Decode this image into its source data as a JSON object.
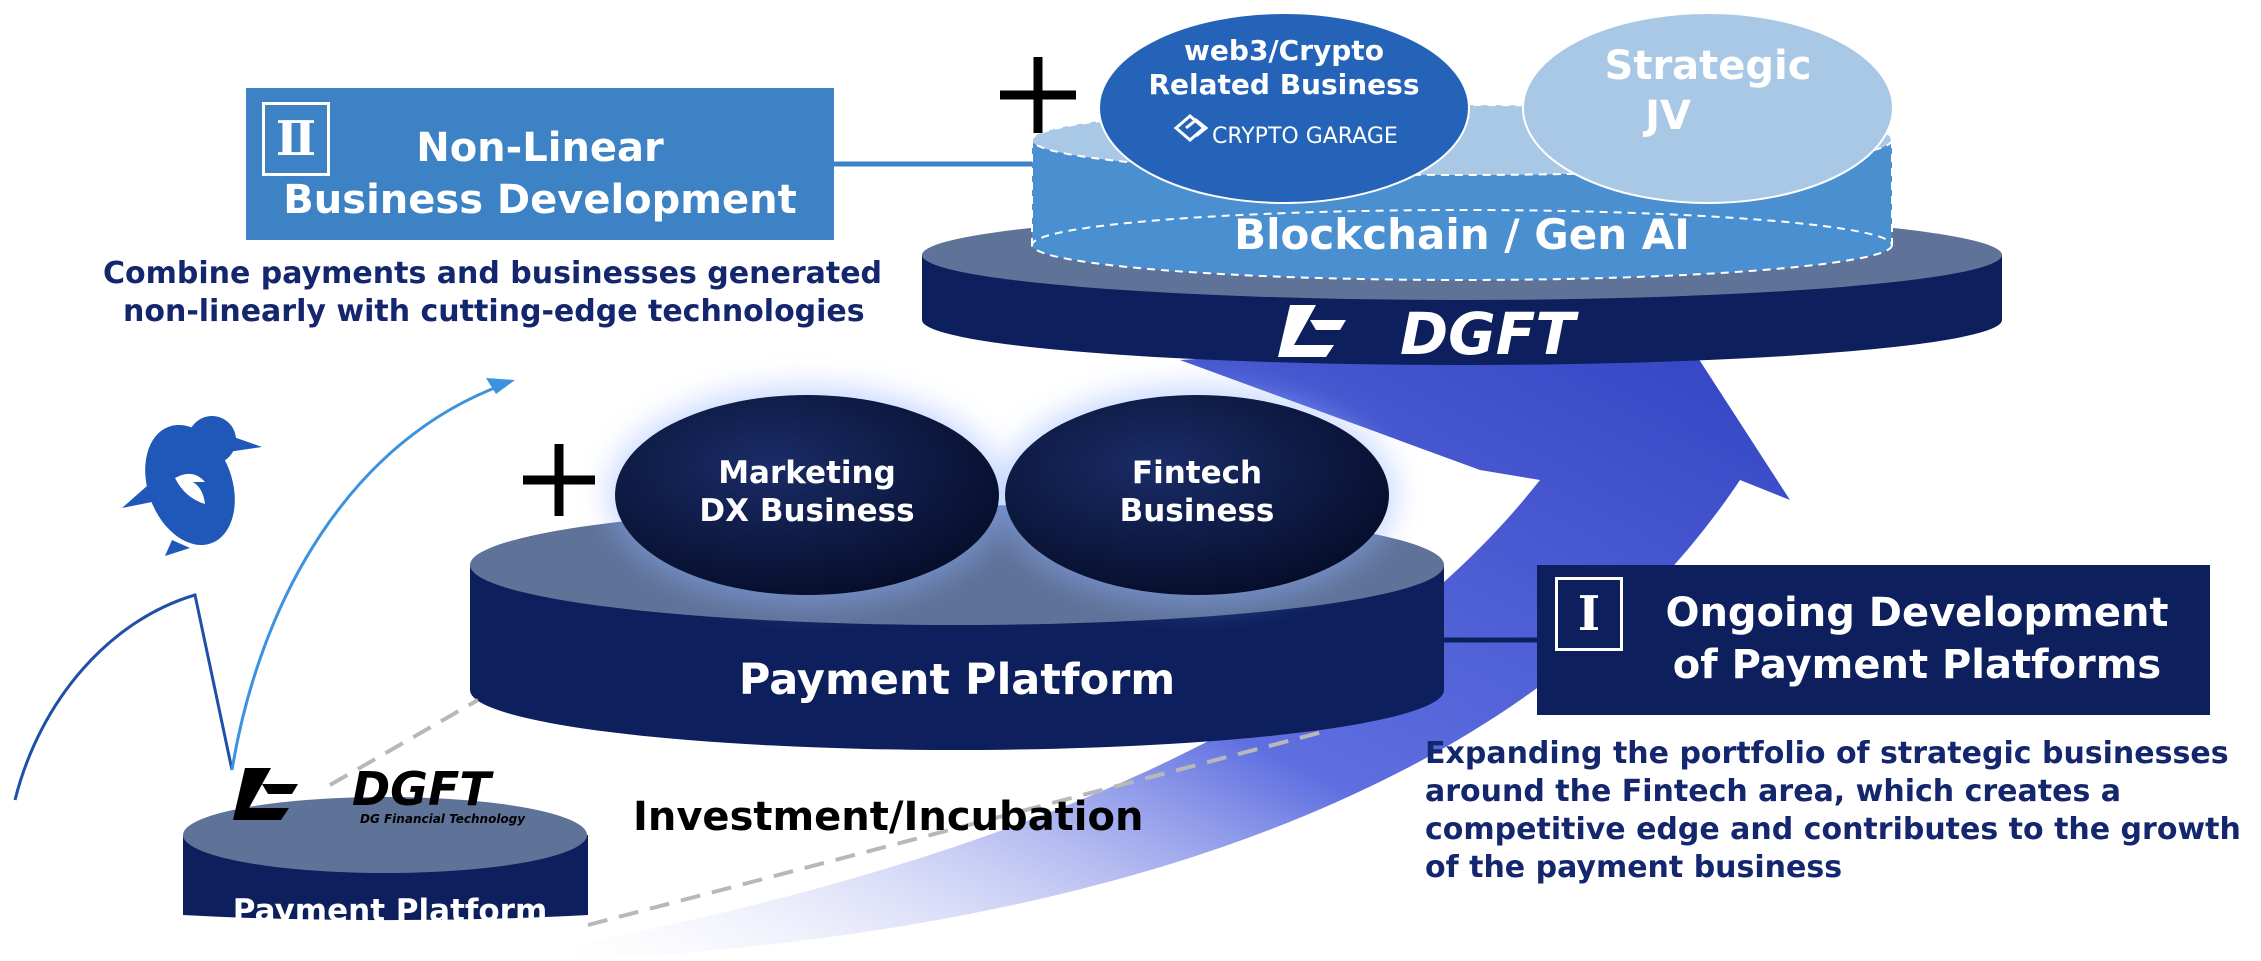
{
  "colors": {
    "navy": "#0d1f5c",
    "navy_dark": "#081640",
    "steel": "#5f7298",
    "blue_box": "#3d82c4",
    "blue_mid": "#4a8fcf",
    "blue_light": "#a9c8e6",
    "arrow_blue": "#3545c2",
    "text_navy": "#14266e"
  },
  "section_two": {
    "numeral": "Ⅱ",
    "title_line1": "Non-Linear",
    "title_line2": "Business Development",
    "desc_line1": "Combine payments and businesses generated",
    "desc_line2": "non-linearly with cutting-edge technologies"
  },
  "section_one": {
    "numeral": "I",
    "title_line1": "Ongoing Development",
    "title_line2": "of Payment Platforms",
    "desc_line1": "Expanding the portfolio of strategic businesses",
    "desc_line2": "around the Fintech area, which creates a",
    "desc_line3": "competitive edge and contributes to the growth",
    "desc_line4": "of the payment business"
  },
  "top_tier": {
    "plus": "+",
    "bubble1_line1": "web3/Crypto",
    "bubble1_line2": "Related Business",
    "bubble1_logo": "CRYPTO GARAGE",
    "bubble2_line1": "Strategic",
    "bubble2_line2": "JV",
    "layer_label": "Blockchain / Gen AI",
    "brand": "DGFT"
  },
  "middle_tier": {
    "plus": "+",
    "bubble1_line1": "Marketing",
    "bubble1_line2": "DX Business",
    "bubble2_line1": "Fintech",
    "bubble2_line2": "Business",
    "label": "Payment Platform"
  },
  "base_tier": {
    "brand": "DGFT",
    "brand_sub": "DG Financial Technology",
    "label": "Payment Platform"
  },
  "arrow_label": "Investment/Incubation",
  "icons": [
    "penguin-icon",
    "dgft-logo-icon",
    "crypto-garage-logo-icon"
  ]
}
